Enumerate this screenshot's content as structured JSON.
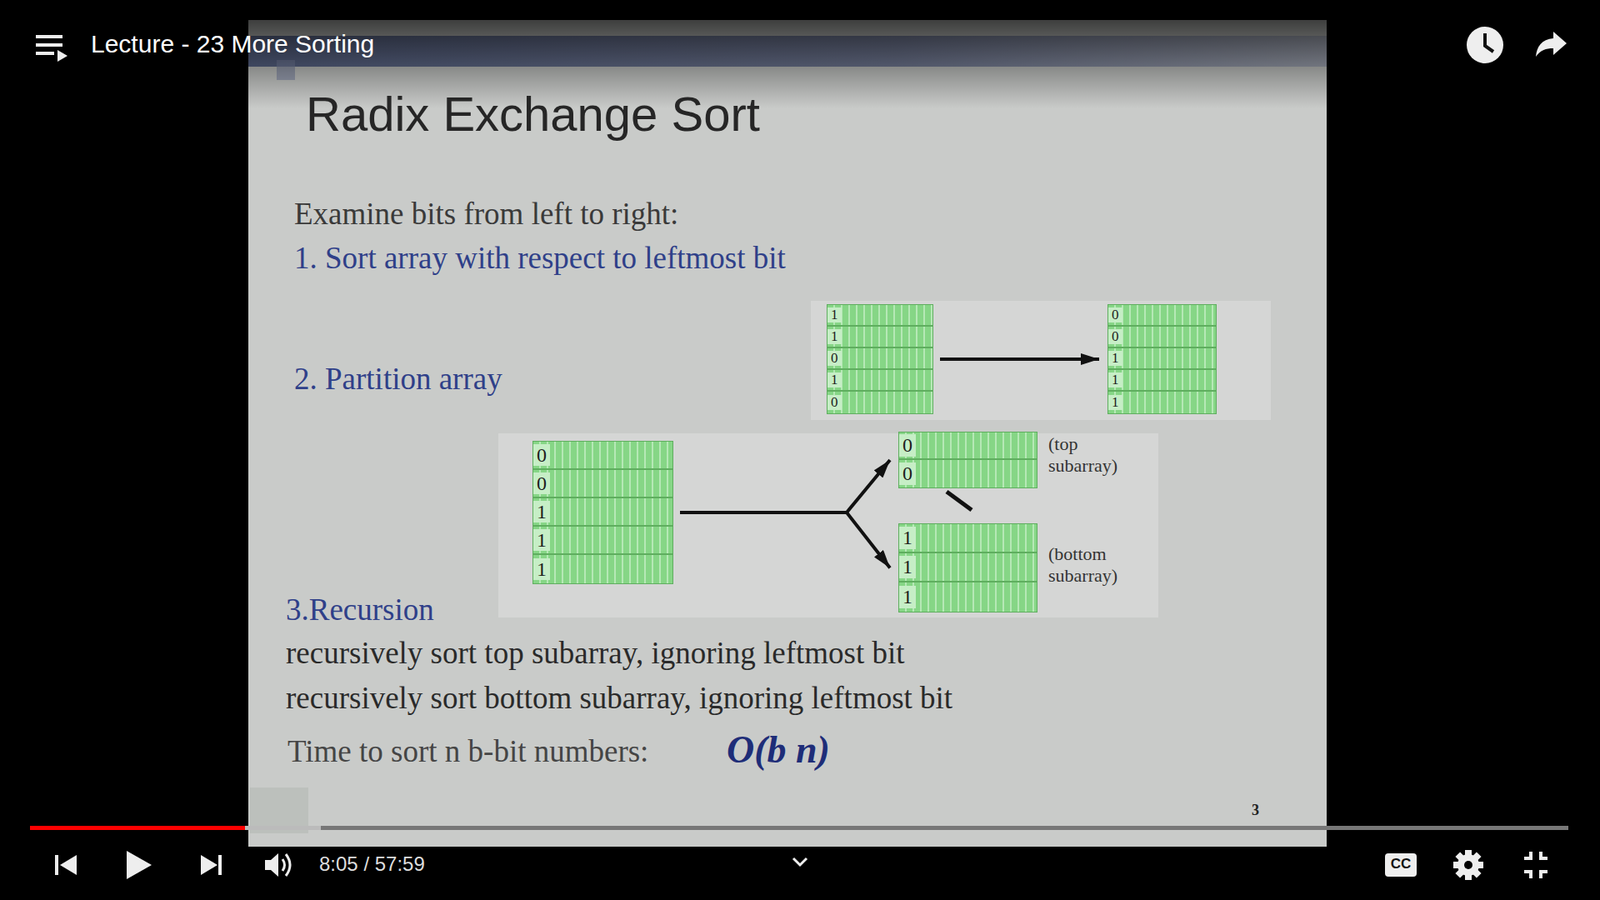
{
  "diagram": {
    "title": "Radix Exchange Sort",
    "nodes": [
      {
        "text": [
          "1",
          "1",
          "0",
          "1",
          "0"
        ]
      },
      {
        "text": [
          "0",
          "0",
          "1",
          "1",
          "1"
        ]
      },
      {
        "text": [
          "0",
          "0",
          "1",
          "1",
          "1"
        ]
      },
      {
        "text": [
          "0",
          "0"
        ]
      },
      {
        "text": [
          "1",
          "1",
          "1"
        ]
      }
    ],
    "edges": [
      {
        "from": 0,
        "to": 1,
        "arrow": "to"
      },
      {
        "from": 2,
        "to": 3,
        "arrow": "to"
      },
      {
        "from": 2,
        "to": 4,
        "arrow": "to"
      }
    ],
    "labels": [
      "Lecture - 23 More Sorting",
      "Examine bits from left to right:",
      "1. Sort array with respect to leftmost bit",
      "2. Partition array",
      "(top subarray)",
      "(bottom subarray)",
      "3.Recursion",
      "recursively sort top subarray, ignoring leftmost bit",
      "recursively sort bottom subarray, ignoring leftmost bit",
      "Time to sort n b-bit numbers:",
      "O(b n)",
      "3",
      "8:05 / 57:59",
      "CC"
    ]
  }
}
